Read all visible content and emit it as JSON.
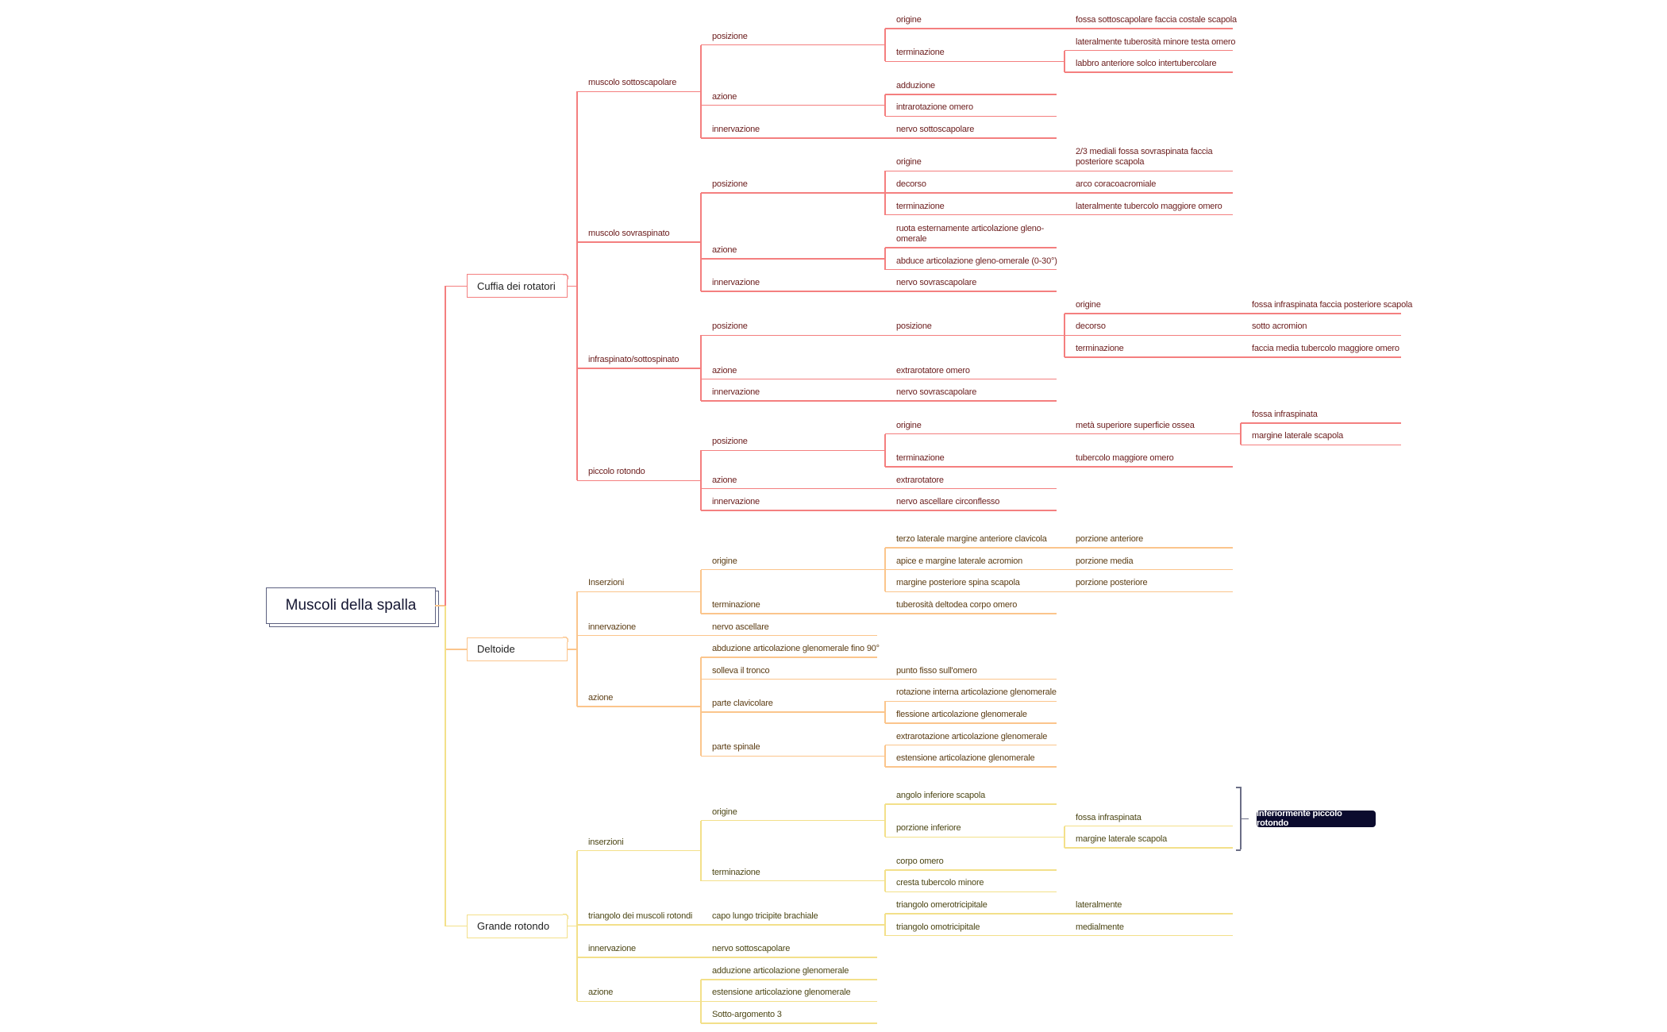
{
  "root": {
    "label": "Muscoli della spalla",
    "border_color": "#5d6180"
  },
  "branches": [
    {
      "label": "Cuffia dei rotatori",
      "color": "#f47f7f",
      "text_color": "#6b1c1c",
      "children": [
        {
          "label": "muscolo sottoscapolare",
          "children": [
            {
              "label": "posizione",
              "children": [
                {
                  "label": "origine",
                  "children": [
                    {
                      "label": "fossa sottoscapolare faccia costale scapola"
                    }
                  ]
                },
                {
                  "label": "terminazione",
                  "children": [
                    {
                      "label": "lateralmente tuberosità minore testa omero"
                    },
                    {
                      "label": "labbro anteriore solco intertubercolare"
                    }
                  ]
                }
              ]
            },
            {
              "label": "azione",
              "children": [
                {
                  "label": "adduzione"
                },
                {
                  "label": "intrarotazione omero"
                }
              ]
            },
            {
              "label": "innervazione",
              "children": [
                {
                  "label": "nervo sottoscapolare"
                }
              ]
            }
          ]
        },
        {
          "label": "muscolo sovraspinato",
          "children": [
            {
              "label": "posizione",
              "children": [
                {
                  "label": "origine",
                  "children": [
                    {
                      "label": "2/3 mediali fossa sovraspinata faccia posteriore scapola"
                    }
                  ]
                },
                {
                  "label": "decorso",
                  "children": [
                    {
                      "label": "arco coracoacromiale"
                    }
                  ]
                },
                {
                  "label": "terminazione",
                  "children": [
                    {
                      "label": "lateralmente tubercolo maggiore omero"
                    }
                  ]
                }
              ]
            },
            {
              "label": "azione",
              "children": [
                {
                  "label": "ruota esternamente articolazione gleno-omerale"
                },
                {
                  "label": "abduce articolazione gleno-omerale (0-30°)"
                }
              ]
            },
            {
              "label": "innervazione",
              "children": [
                {
                  "label": "nervo sovrascapolare"
                }
              ]
            }
          ]
        },
        {
          "label": "infraspinato/sottospinato",
          "children": [
            {
              "label": "posizione",
              "children": [
                {
                  "label": "posizione",
                  "children": [
                    {
                      "label": "origine",
                      "children": [
                        {
                          "label": "fossa infraspinata faccia posteriore scapola"
                        }
                      ]
                    },
                    {
                      "label": "decorso",
                      "children": [
                        {
                          "label": "sotto acromion"
                        }
                      ]
                    },
                    {
                      "label": "terminazione",
                      "children": [
                        {
                          "label": "faccia media tubercolo maggiore omero"
                        }
                      ]
                    }
                  ]
                }
              ]
            },
            {
              "label": "azione",
              "children": [
                {
                  "label": "extrarotatore omero"
                }
              ]
            },
            {
              "label": "innervazione",
              "children": [
                {
                  "label": "nervo sovrascapolare"
                }
              ]
            }
          ]
        },
        {
          "label": "piccolo rotondo",
          "children": [
            {
              "label": "posizione",
              "children": [
                {
                  "label": "origine",
                  "children": [
                    {
                      "label": "metà superiore superficie ossea",
                      "children": [
                        {
                          "label": "fossa infraspinata"
                        },
                        {
                          "label": "margine laterale scapola"
                        }
                      ]
                    }
                  ]
                },
                {
                  "label": "terminazione",
                  "children": [
                    {
                      "label": "tubercolo maggiore omero"
                    }
                  ]
                }
              ]
            },
            {
              "label": "azione",
              "children": [
                {
                  "label": "extrarotatore"
                }
              ]
            },
            {
              "label": "innervazione",
              "children": [
                {
                  "label": "nervo ascellare circonflesso"
                }
              ]
            }
          ]
        }
      ]
    },
    {
      "label": "Deltoide",
      "color": "#fbc58c",
      "text_color": "#5c3d14",
      "children": [
        {
          "label": "Inserzioni",
          "children": [
            {
              "label": "origine",
              "children": [
                {
                  "label": "terzo laterale margine anteriore clavicola",
                  "children": [
                    {
                      "label": "porzione anteriore"
                    }
                  ]
                },
                {
                  "label": "apice e margine laterale acromion",
                  "children": [
                    {
                      "label": "porzione media"
                    }
                  ]
                },
                {
                  "label": "margine posteriore spina scapola",
                  "children": [
                    {
                      "label": "porzione posteriore"
                    }
                  ]
                }
              ]
            },
            {
              "label": "terminazione",
              "children": [
                {
                  "label": "tuberosità deltodea corpo omero"
                }
              ]
            }
          ]
        },
        {
          "label": "innervazione",
          "children": [
            {
              "label": "nervo ascellare"
            }
          ]
        },
        {
          "label": "azione",
          "children": [
            {
              "label": "abduzione articolazione glenomerale fino 90°"
            },
            {
              "label": "solleva il tronco",
              "children": [
                {
                  "label": "punto fisso sull'omero"
                }
              ]
            },
            {
              "label": "parte clavicolare",
              "children": [
                {
                  "label": "rotazione interna articolazione glenomerale"
                },
                {
                  "label": "flessione articolazione glenomerale"
                }
              ]
            },
            {
              "label": "parte spinale",
              "children": [
                {
                  "label": "extrarotazione articolazione glenomerale"
                },
                {
                  "label": "estensione articolazione glenomerale"
                }
              ]
            }
          ]
        }
      ]
    },
    {
      "label": "Grande rotondo",
      "color": "#f3e08a",
      "text_color": "#4d4716",
      "children": [
        {
          "label": "inserzioni",
          "children": [
            {
              "label": "origine",
              "summary": "inferiormente piccolo rotondo",
              "children": [
                {
                  "label": "angolo inferiore scapola"
                },
                {
                  "label": "porzione inferiore",
                  "children": [
                    {
                      "label": "fossa infraspinata"
                    },
                    {
                      "label": "margine laterale scapola"
                    }
                  ]
                }
              ]
            },
            {
              "label": "terminazione",
              "children": [
                {
                  "label": "corpo omero"
                },
                {
                  "label": "cresta tubercolo minore"
                }
              ]
            }
          ]
        },
        {
          "label": "triangolo dei muscoli rotondi",
          "children": [
            {
              "label": "capo lungo tricipite brachiale",
              "children": [
                {
                  "label": "triangolo omerotricipitale",
                  "children": [
                    {
                      "label": "lateralmente"
                    }
                  ]
                },
                {
                  "label": "triangolo omotricipitale",
                  "children": [
                    {
                      "label": "medialmente"
                    }
                  ]
                }
              ]
            }
          ]
        },
        {
          "label": "innervazione",
          "children": [
            {
              "label": "nervo sottoscapolare"
            }
          ]
        },
        {
          "label": "azione",
          "children": [
            {
              "label": "adduzione articolazione glenomerale"
            },
            {
              "label": "estensione articolazione glenomerale"
            },
            {
              "label": "Sotto-argomento 3"
            }
          ]
        }
      ]
    }
  ],
  "summary_colors": {
    "bracket": "#6b6e86",
    "label_bg": "#0b0b2e"
  }
}
